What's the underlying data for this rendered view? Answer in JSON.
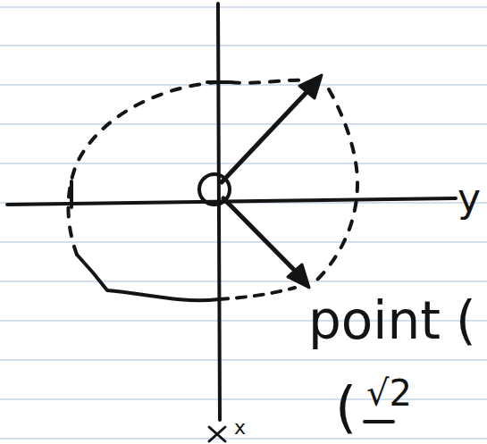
{
  "diagram": {
    "labels": [
      "y",
      "x",
      "point",
      "(",
      "(",
      "√2"
    ]
  }
}
